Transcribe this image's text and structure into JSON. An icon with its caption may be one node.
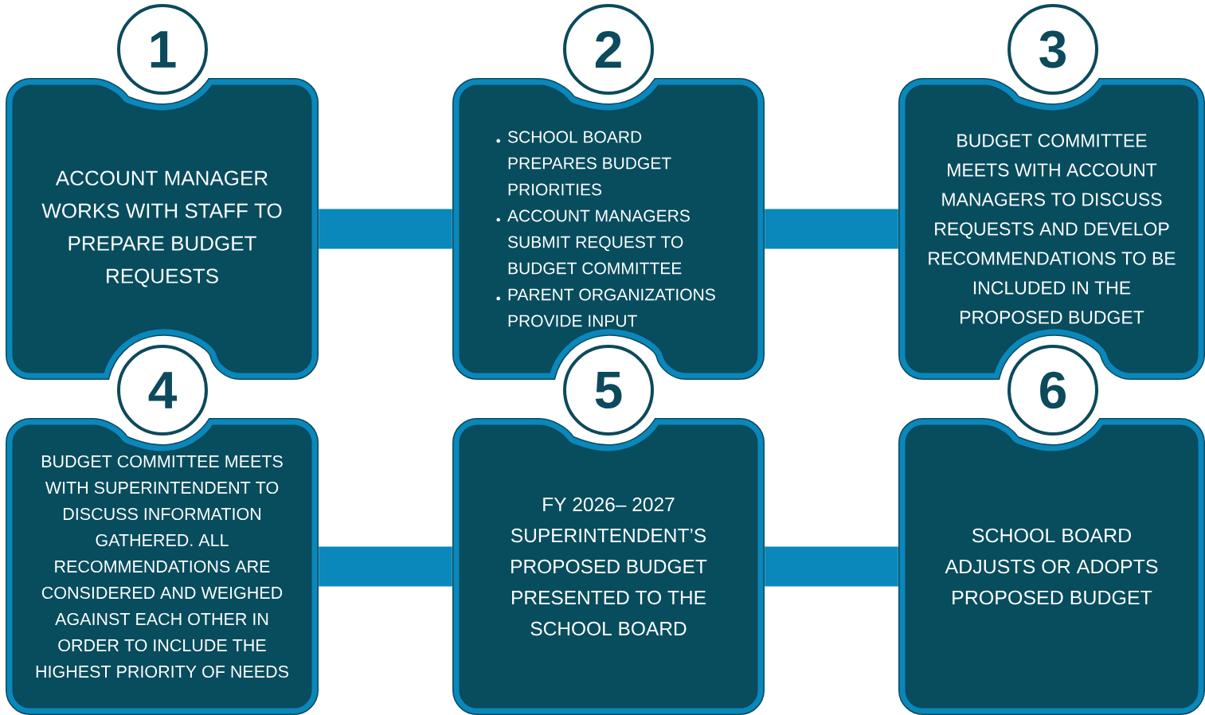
{
  "diagram": {
    "nodes": [
      {
        "text": [
          "1"
        ]
      },
      {
        "text": [
          "ACCOUNT MANAGER WORKS WITH STAFF TO PREPARE BUDGET REQUESTS"
        ]
      },
      {
        "text": [
          "2"
        ]
      },
      {
        "text": [
          "SCHOOL BOARD PREPARES BUDGET PRIORITIES",
          "ACCOUNT MANAGERS SUBMIT REQUEST TO BUDGET COMMITTEE",
          "PARENT ORGANIZATIONS PROVIDE INPUT"
        ]
      },
      {
        "text": [
          "3"
        ]
      },
      {
        "text": [
          "BUDGET COMMITTEE MEETS WITH ACCOUNT MANAGERS TO DISCUSS REQUESTS AND DEVELOP RECOMMENDATIONS TO BE INCLUDED IN THE PROPOSED BUDGET"
        ]
      },
      {
        "text": [
          "4"
        ]
      },
      {
        "text": [
          "BUDGET COMMITTEE MEETS WITH SUPERINTENDENT TO DISCUSS INFORMATION GATHERED. ALL RECOMMENDATIONS ARE CONSIDERED AND WEIGHED AGAINST EACH OTHER IN ORDER TO INCLUDE THE HIGHEST PRIORITY OF NEEDS"
        ]
      },
      {
        "text": [
          "5"
        ]
      },
      {
        "text": [
          "FY 2026– 2027 SUPERINTENDENT’S PROPOSED BUDGET PRESENTED TO THE SCHOOL BOARD"
        ]
      },
      {
        "text": [
          "6"
        ]
      },
      {
        "text": [
          "SCHOOL BOARD ADJUSTS OR ADOPTS PROPOSED BUDGET"
        ]
      }
    ],
    "edges": [
      {
        "from": 1,
        "to": 3,
        "arrow": "none"
      },
      {
        "from": 3,
        "to": 5,
        "arrow": "none"
      },
      {
        "from": 7,
        "to": 9,
        "arrow": "none"
      },
      {
        "from": 9,
        "to": 11,
        "arrow": "none"
      }
    ]
  }
}
